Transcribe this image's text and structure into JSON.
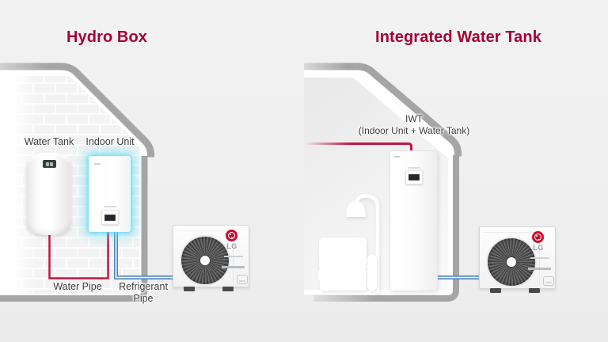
{
  "left_diagram": {
    "title": "Hydro Box",
    "water_tank_label": "Water Tank",
    "indoor_unit_label": "Indoor Unit",
    "water_pipe_label": "Water Pipe",
    "refrigerant_pipe_label": "Refrigerant Pipe",
    "outdoor_unit_brand": "LG"
  },
  "right_diagram": {
    "title": "Integrated Water Tank",
    "iwt_label_line1": "IWT",
    "iwt_label_line2": "(Indoor Unit + Water Tank)",
    "outdoor_unit_brand": "LG"
  },
  "colors": {
    "title_accent": "#a50034",
    "water_pipe_red": "#c3153f",
    "refrigerant_pipe_blue": "#4a86c2",
    "indoor_unit_glow_cyan": "#5fd8f2",
    "house_outline_gray": "#a5a5a5",
    "lg_logo_red": "#cf0a2c"
  }
}
